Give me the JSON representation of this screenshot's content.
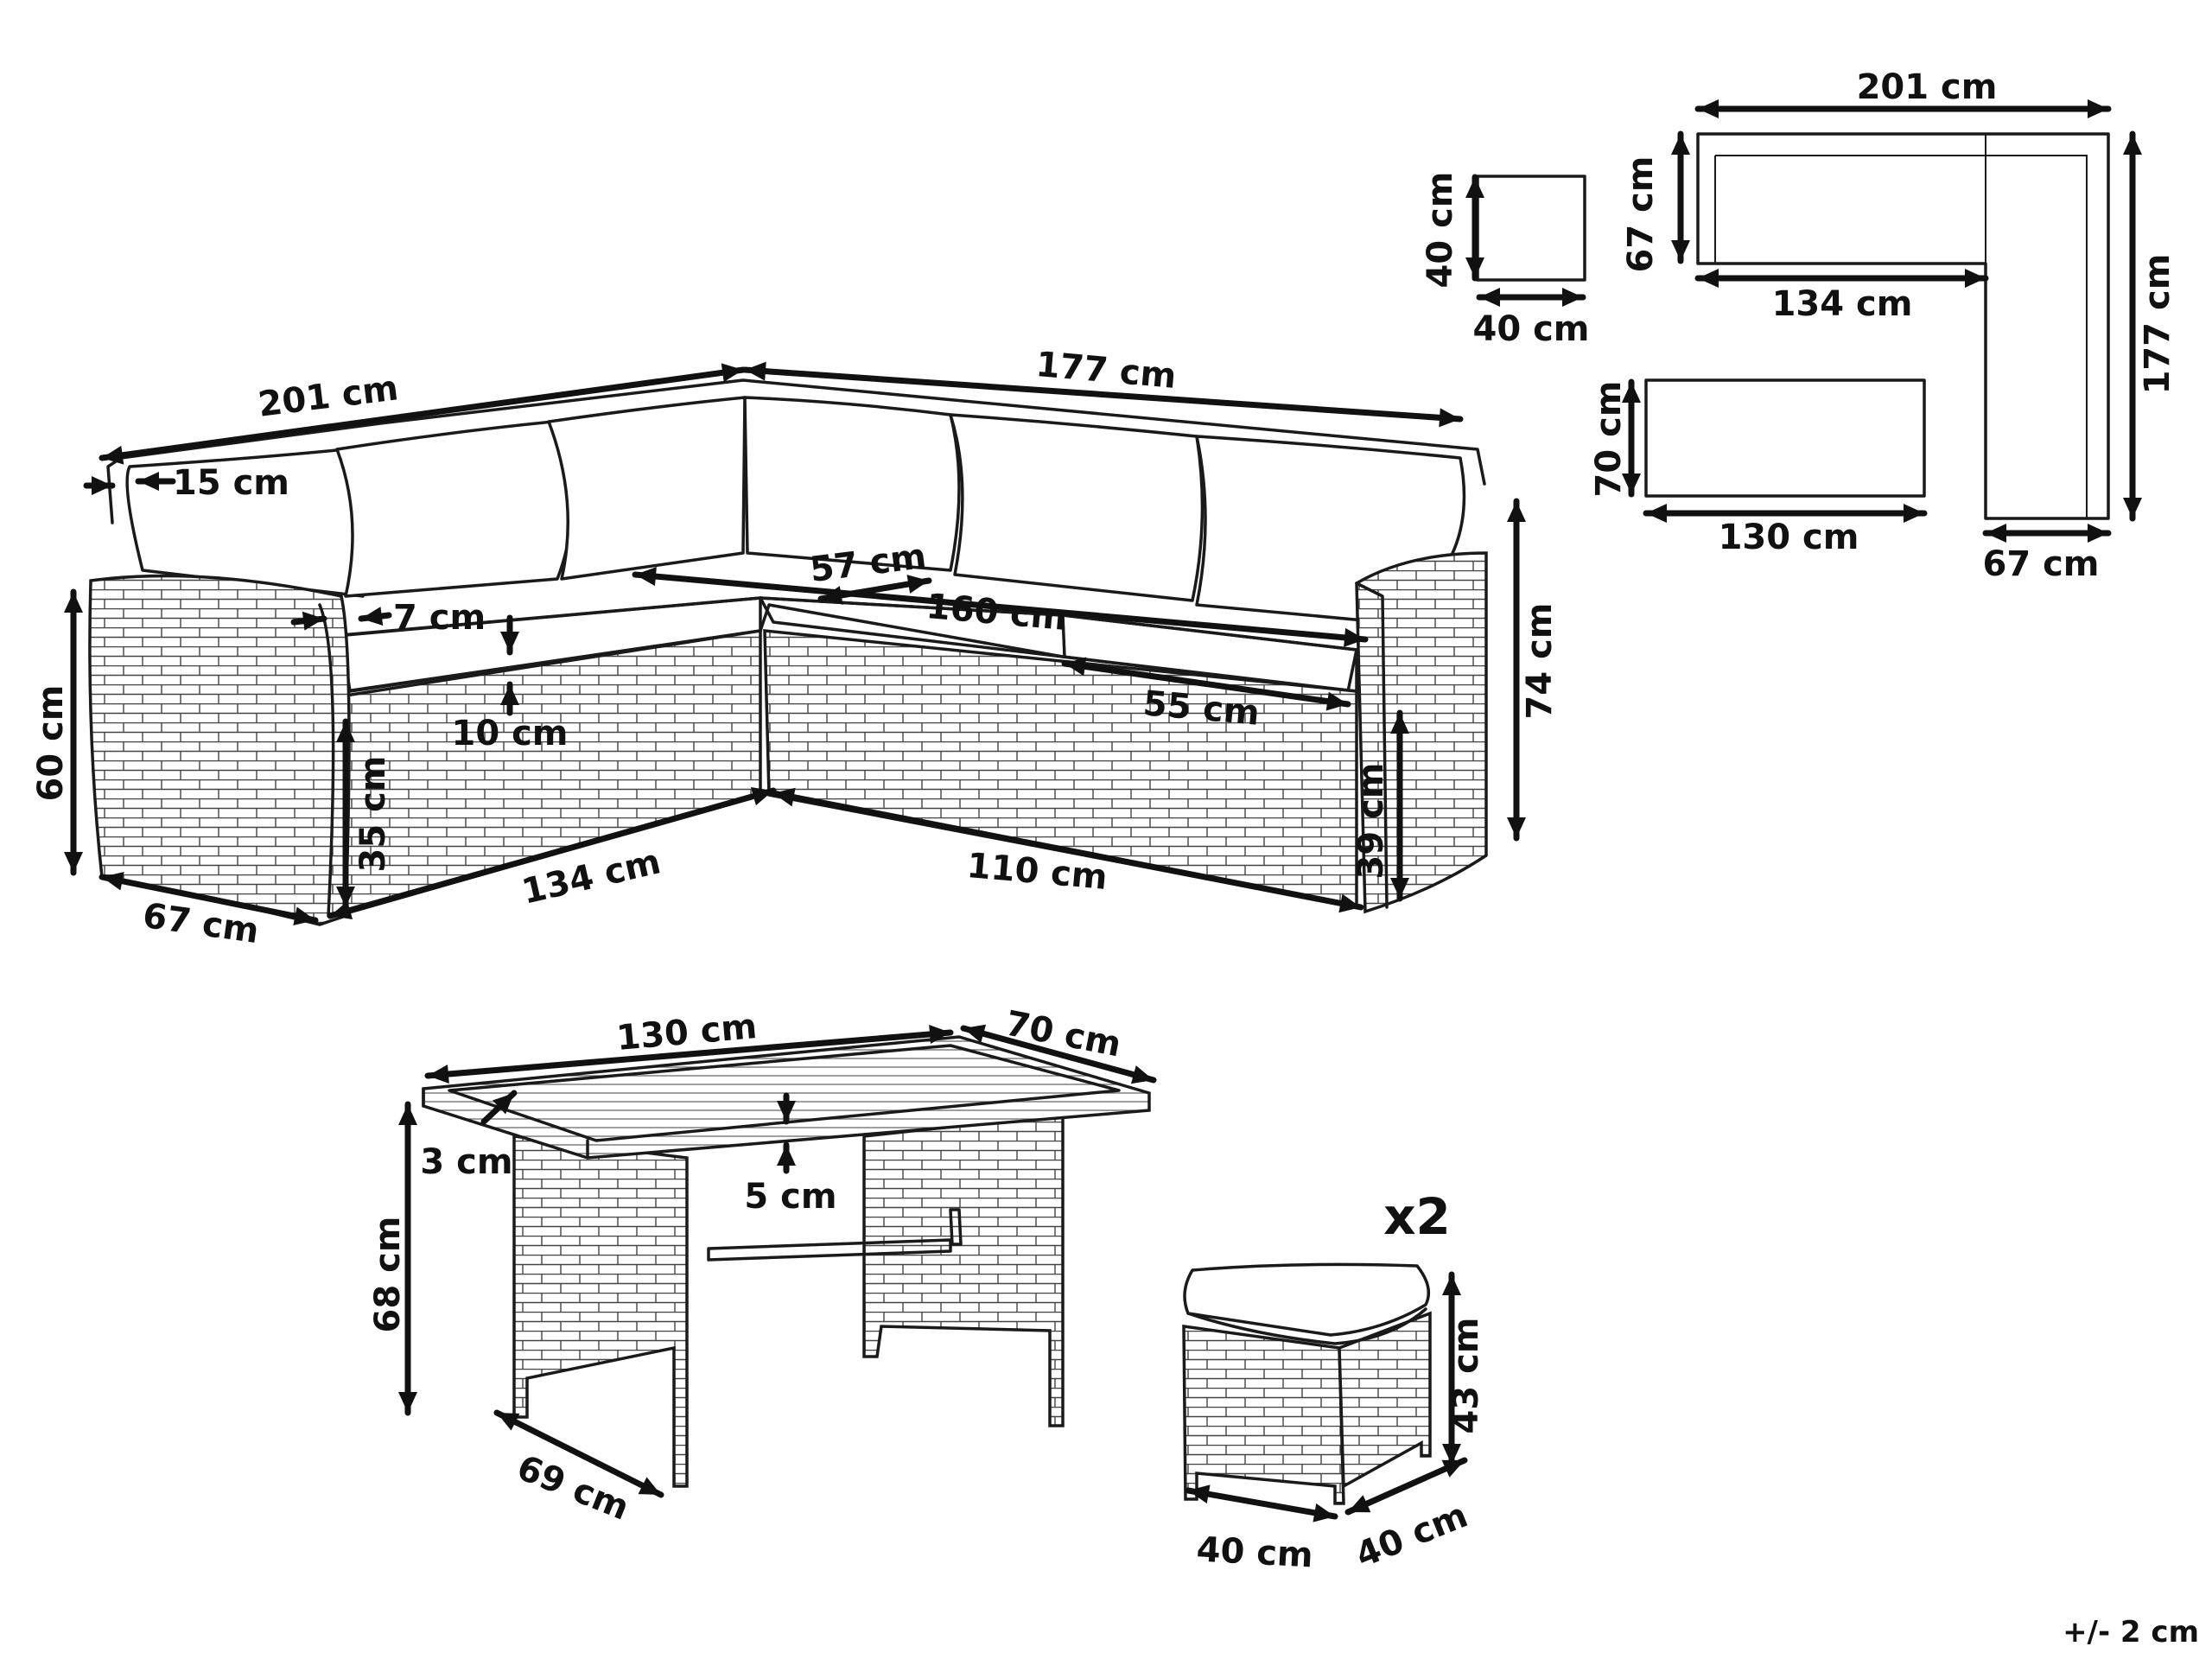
{
  "sofa": {
    "top_width_left": "201 cm",
    "top_width_right": "177 cm",
    "armrest_top": "15 cm",
    "armrest_inner": "7 cm",
    "seat_depth_diag": "57 cm",
    "seat_inner_width": "160 cm",
    "seat_cushion_thickness": "10 cm",
    "cushion_width": "55 cm",
    "arm_height": "60 cm",
    "seat_height_left": "35 cm",
    "seat_height_right": "39 cm",
    "total_height": "74 cm",
    "left_depth": "67 cm",
    "left_base_width": "134 cm",
    "right_base_width": "110 cm"
  },
  "top_views": {
    "stool_square_h": "40 cm",
    "stool_square_w": "40 cm",
    "corner_total_width": "201 cm",
    "corner_depth": "67 cm",
    "corner_inner_width": "134 cm",
    "corner_total_length": "177 cm",
    "corner_side_depth": "67 cm",
    "table_depth": "70 cm",
    "table_width": "130 cm"
  },
  "table": {
    "top_length": "130 cm",
    "top_depth": "70 cm",
    "top_frame": "3 cm",
    "top_inset": "5 cm",
    "height": "68 cm",
    "base_depth": "69 cm"
  },
  "stool": {
    "quantity": "x2",
    "height": "43 cm",
    "width": "40 cm",
    "depth": "40 cm"
  },
  "tolerance": "+/- 2 cm"
}
